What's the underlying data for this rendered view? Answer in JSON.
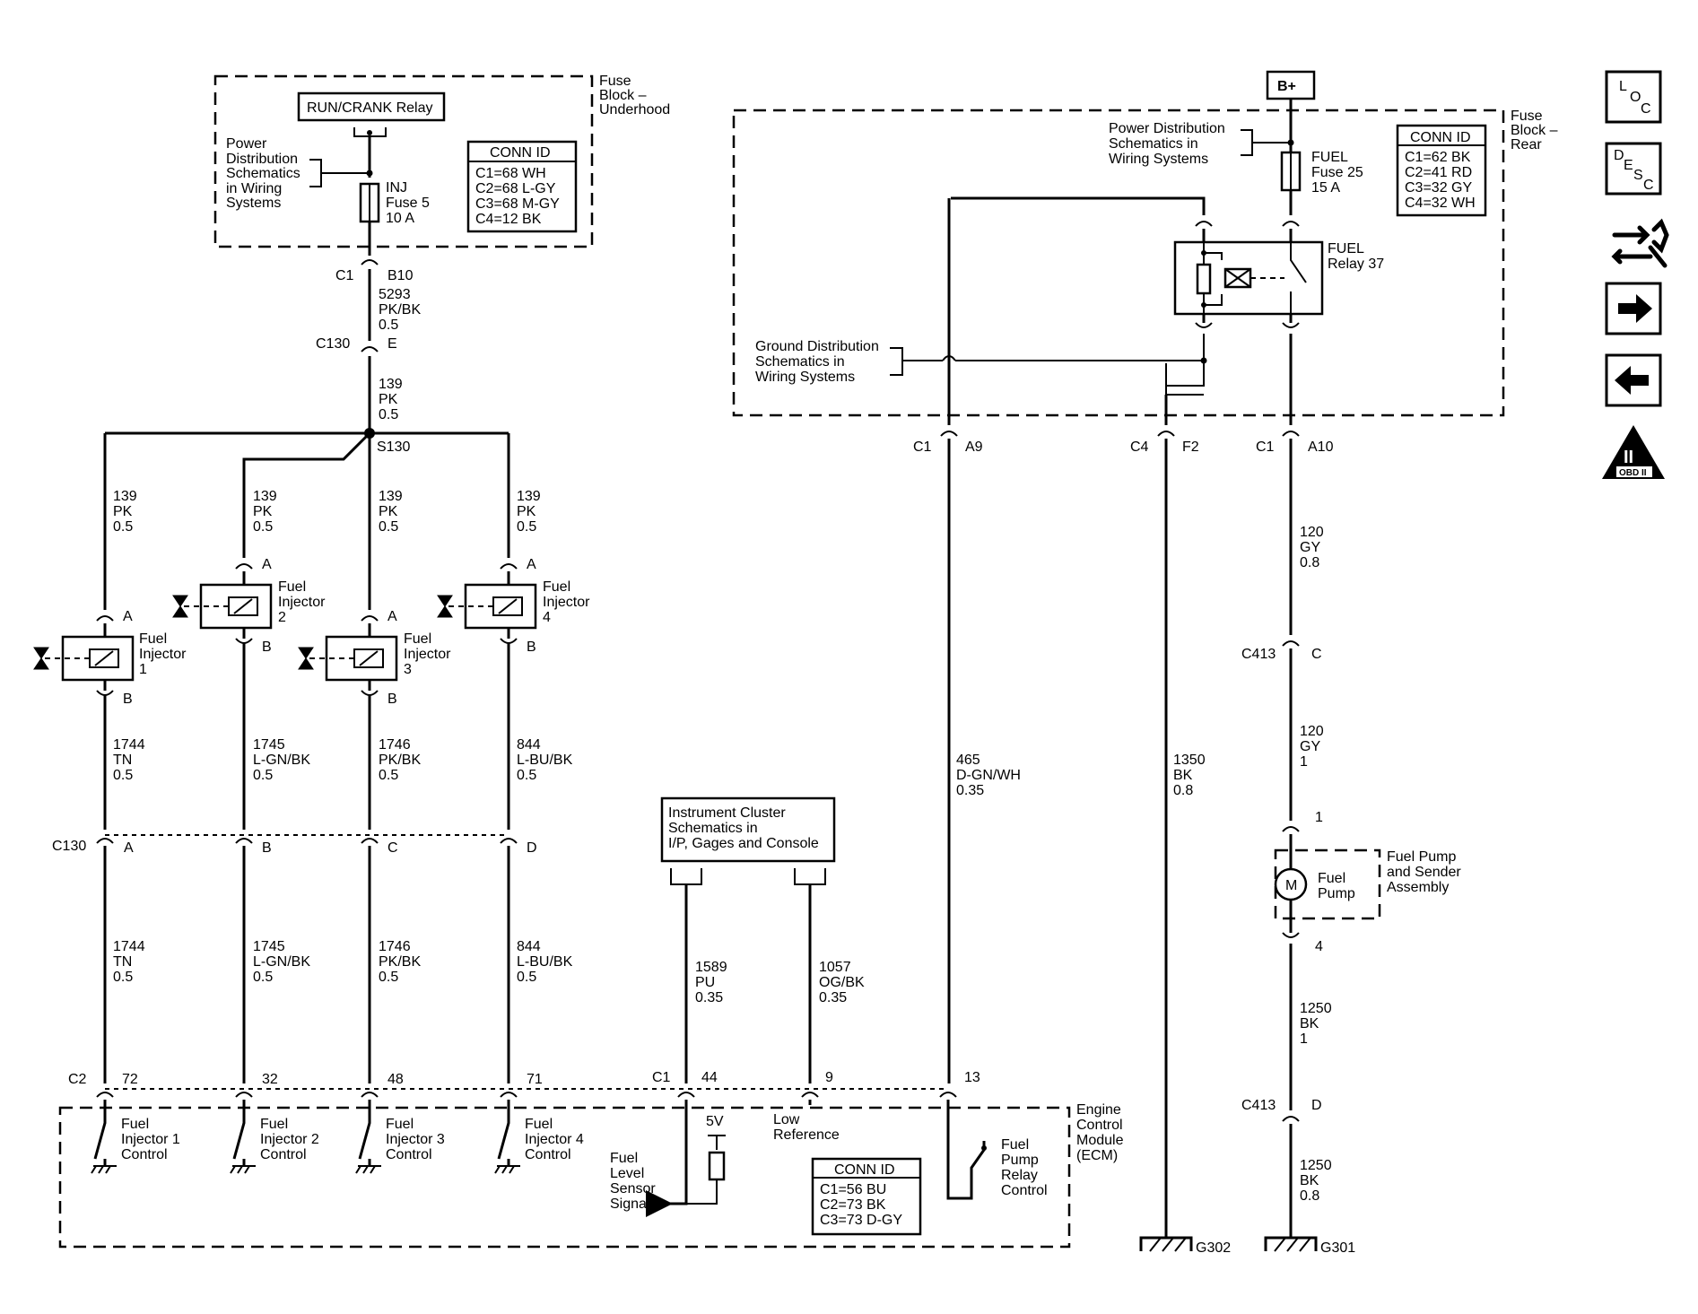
{
  "nav": {
    "loc": {
      "l": "L",
      "o": "O",
      "c": "C"
    },
    "desc": {
      "d": "D",
      "e": "E",
      "s": "S",
      "c": "C"
    },
    "obd": {
      "roman": "II",
      "label": "OBD II"
    }
  },
  "bplus": "B+",
  "fuse_block_underhood": {
    "l1": "Fuse",
    "l2": "Block –",
    "l3": "Underhood"
  },
  "run_crank_relay": "RUN/CRANK Relay",
  "power_dist_left": {
    "l1": "Power",
    "l2": "Distribution",
    "l3": "Schematics",
    "l4": "in Wiring",
    "l5": "Systems"
  },
  "inj_fuse": {
    "l1": "INJ",
    "l2": "Fuse 5",
    "l3": "10 A"
  },
  "conn_underhood": {
    "title": "CONN ID",
    "rows": [
      "C1=68 WH",
      "C2=68 L-GY",
      "C3=68 M-GY",
      "C4=12 BK"
    ]
  },
  "c1_b10": {
    "conn": "C1",
    "pin": "B10"
  },
  "wire_5293": {
    "num": "5293",
    "color": "PK/BK",
    "gauge": "0.5"
  },
  "c130_e": {
    "conn": "C130",
    "pin": "E"
  },
  "wire_139_top": {
    "num": "139",
    "color": "PK",
    "gauge": "0.5"
  },
  "s130": "S130",
  "inj_feed_wires": [
    {
      "num": "139",
      "color": "PK",
      "gauge": "0.5"
    },
    {
      "num": "139",
      "color": "PK",
      "gauge": "0.5"
    },
    {
      "num": "139",
      "color": "PK",
      "gauge": "0.5"
    },
    {
      "num": "139",
      "color": "PK",
      "gauge": "0.5"
    }
  ],
  "injectors": [
    {
      "l1": "Fuel",
      "l2": "Injector",
      "l3": "1",
      "pin_a": "A",
      "pin_b": "B"
    },
    {
      "l1": "Fuel",
      "l2": "Injector",
      "l3": "2",
      "pin_a": "A",
      "pin_b": "B"
    },
    {
      "l1": "Fuel",
      "l2": "Injector",
      "l3": "3",
      "pin_a": "A",
      "pin_b": "B"
    },
    {
      "l1": "Fuel",
      "l2": "Injector",
      "l3": "4",
      "pin_a": "A",
      "pin_b": "B"
    }
  ],
  "ctrl_wires": [
    {
      "num": "1744",
      "color": "TN",
      "gauge": "0.5"
    },
    {
      "num": "1745",
      "color": "L-GN/BK",
      "gauge": "0.5"
    },
    {
      "num": "1746",
      "color": "PK/BK",
      "gauge": "0.5"
    },
    {
      "num": "844",
      "color": "L-BU/BK",
      "gauge": "0.5"
    }
  ],
  "c130_lower": {
    "conn": "C130",
    "pins": [
      "A",
      "B",
      "C",
      "D"
    ]
  },
  "c2": {
    "conn": "C2",
    "pins": [
      "72",
      "32",
      "48",
      "71"
    ]
  },
  "ecm_inj": [
    {
      "l1": "Fuel",
      "l2": "Injector 1",
      "l3": "Control"
    },
    {
      "l1": "Fuel",
      "l2": "Injector 2",
      "l3": "Control"
    },
    {
      "l1": "Fuel",
      "l2": "Injector 3",
      "l3": "Control"
    },
    {
      "l1": "Fuel",
      "l2": "Injector 4",
      "l3": "Control"
    }
  ],
  "instrument_cluster": {
    "l1": "Instrument Cluster",
    "l2": "Schematics in",
    "l3": "I/P, Gages and Console"
  },
  "wire_1589": {
    "num": "1589",
    "color": "PU",
    "gauge": "0.35"
  },
  "wire_1057": {
    "num": "1057",
    "color": "OG/BK",
    "gauge": "0.35"
  },
  "c1_ecm": {
    "conn": "C1",
    "pins": [
      "44",
      "9",
      "13"
    ]
  },
  "five_v": "5V",
  "low_ref": {
    "l1": "Low",
    "l2": "Reference"
  },
  "fuel_level": {
    "l1": "Fuel",
    "l2": "Level",
    "l3": "Sensor",
    "l4": "Signal"
  },
  "conn_ecm": {
    "title": "CONN ID",
    "rows": [
      "C1=56 BU",
      "C2=73 BK",
      "C3=73 D-GY"
    ]
  },
  "fpr_control": {
    "l1": "Fuel",
    "l2": "Pump",
    "l3": "Relay",
    "l4": "Control"
  },
  "ecm": {
    "l1": "Engine",
    "l2": "Control",
    "l3": "Module",
    "l4": "(ECM)"
  },
  "fuse_block_rear": {
    "l1": "Fuse",
    "l2": "Block –",
    "l3": "Rear"
  },
  "power_dist_right": {
    "l1": "Power Distribution",
    "l2": "Schematics in",
    "l3": "Wiring Systems"
  },
  "fuel_fuse": {
    "l1": "FUEL",
    "l2": "Fuse 25",
    "l3": "15 A"
  },
  "conn_rear": {
    "title": "CONN ID",
    "rows": [
      "C1=62 BK",
      "C2=41 RD",
      "C3=32 GY",
      "C4=32 WH"
    ]
  },
  "fuel_relay": {
    "l1": "FUEL",
    "l2": "Relay 37"
  },
  "ground_dist": {
    "l1": "Ground Distribution",
    "l2": "Schematics in",
    "l3": "Wiring Systems"
  },
  "c1_a9": {
    "conn": "C1",
    "pin": "A9"
  },
  "c4_f2": {
    "conn": "C4",
    "pin": "F2"
  },
  "c1_a10": {
    "conn": "C1",
    "pin": "A10"
  },
  "wire_465": {
    "num": "465",
    "color": "D-GN/WH",
    "gauge": "0.35"
  },
  "wire_1350": {
    "num": "1350",
    "color": "BK",
    "gauge": "0.8"
  },
  "wire_120_top": {
    "num": "120",
    "color": "GY",
    "gauge": "0.8"
  },
  "c413_c": {
    "conn": "C413",
    "pin": "C"
  },
  "wire_120_bot": {
    "num": "120",
    "color": "GY",
    "gauge": "1"
  },
  "pump_pin1": "1",
  "fuel_pump_assy": {
    "l1": "Fuel Pump",
    "l2": "and Sender",
    "l3": "Assembly"
  },
  "motor": "M",
  "fuel_pump": {
    "l1": "Fuel",
    "l2": "Pump"
  },
  "pump_pin4": "4",
  "wire_1250_top": {
    "num": "1250",
    "color": "BK",
    "gauge": "1"
  },
  "c413_d": {
    "conn": "C413",
    "pin": "D"
  },
  "wire_1250_bot": {
    "num": "1250",
    "color": "BK",
    "gauge": "0.8"
  },
  "g302": "G302",
  "g301": "G301"
}
